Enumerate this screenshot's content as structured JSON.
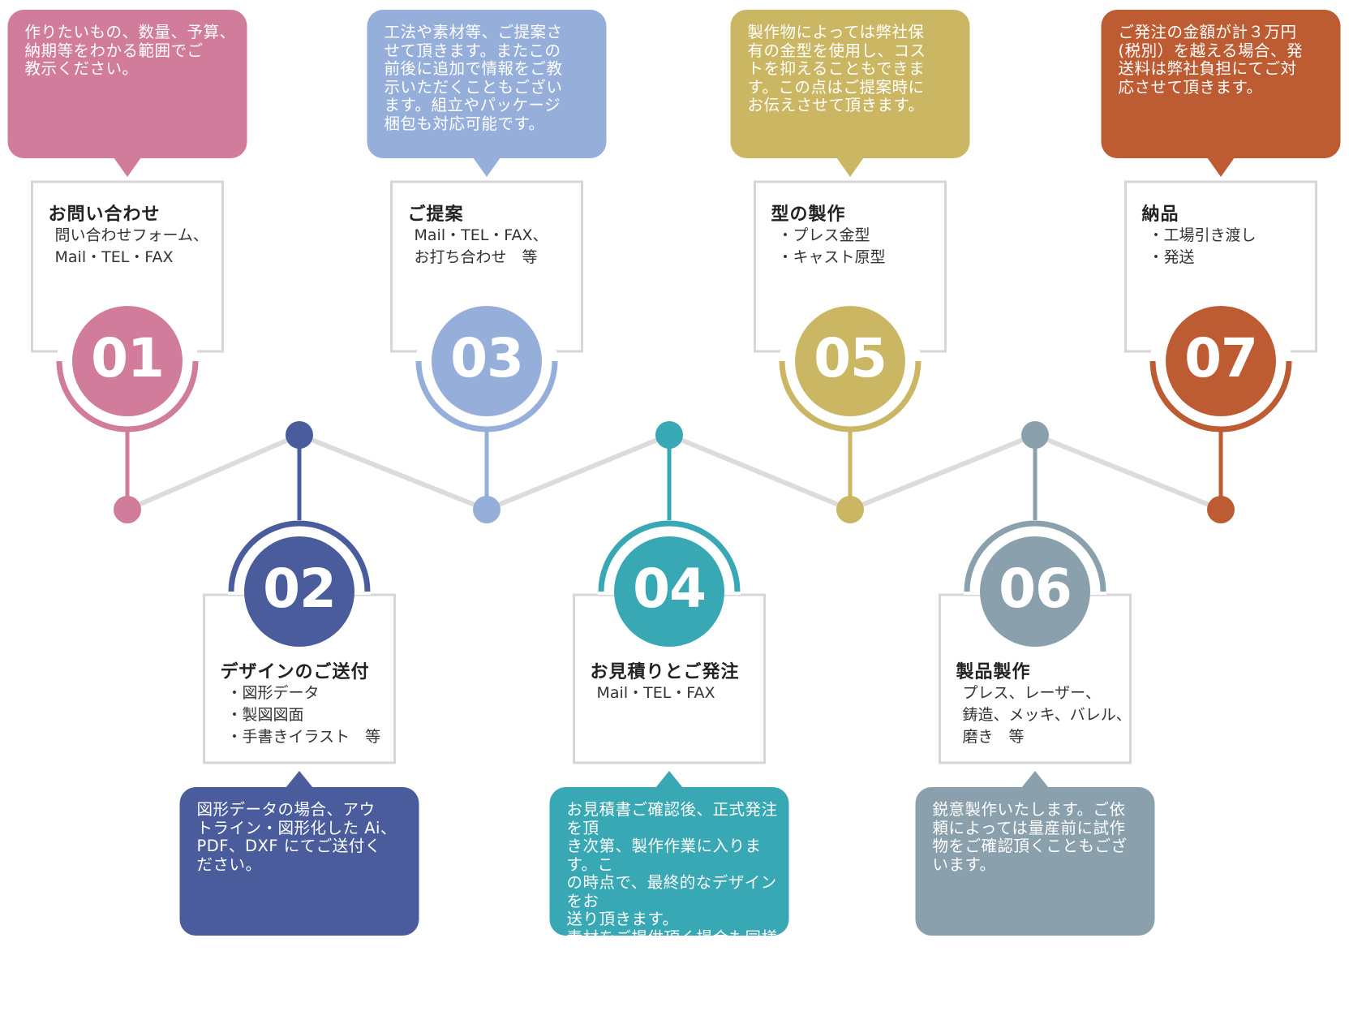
{
  "steps": [
    {
      "number": "01",
      "title": "お問い合わせ",
      "desc": "問い合わせフォーム、\nMail・TEL・FAX",
      "note": "作りたいもの、数量、予算、\n納期等をわかる範囲でご\n教示ください。",
      "color": "#D07C9A",
      "position": "top"
    },
    {
      "number": "02",
      "title": "デザインのご送付",
      "desc": "・図形データ\n・製図図面\n・手書きイラスト　等",
      "note": "図形データの場合、アウ\nトライン・図形化した Ai、\nPDF、DXF にてご送付く\nださい。",
      "color": "#4A5C9C",
      "position": "bottom"
    },
    {
      "number": "03",
      "title": "ご提案",
      "desc": "Mail・TEL・FAX、\nお打ち合わせ　等",
      "note": "工法や素材等、ご提案さ\nせて頂きます。またこの\n前後に追加で情報をご教\n示いただくこともござい\nます。組立やパッケージ\n梱包も対応可能です。",
      "color": "#96AFDA",
      "position": "top"
    },
    {
      "number": "04",
      "title": "お見積りとご発注",
      "desc": "Mail・TEL・FAX",
      "note": "お見積書ご確認後、正式発注を頂\nき次第、製作作業に入ります。こ\nの時点で、最終的なデザインをお\n送り頂きます。\n素材をご提供頂く場合も同様です。\nなお、その際の発送料はお客様負\n担となります。",
      "color": "#37A8B4",
      "position": "bottom"
    },
    {
      "number": "05",
      "title": "型の製作",
      "desc": "・プレス金型\n・キャスト原型",
      "note": "製作物によっては弊社保\n有の金型を使用し、コス\nトを抑えることもできま\nす。この点はご提案時に\nお伝えさせて頂きます。",
      "color": "#CBB763",
      "position": "top"
    },
    {
      "number": "06",
      "title": "製品製作",
      "desc": "プレス、レーザー、\n鋳造、メッキ、バレル、\n磨き　等",
      "note": "鋭意製作いたします。ご依\n頼によっては量産前に試作\n物をご確認頂くこともござ\nいます。",
      "color": "#8AA0AC",
      "position": "bottom"
    },
    {
      "number": "07",
      "title": "納品",
      "desc": "・工場引き渡し\n・発送",
      "note": "ご発注の金額が計３万円\n(税別）を越える場合、発\n送料は弊社負担にてご対\n応させて頂きます。",
      "color": "#BD5B32",
      "position": "top"
    }
  ],
  "connector_color": "#DCDCDC",
  "card_border_color": "#D6D6D6"
}
